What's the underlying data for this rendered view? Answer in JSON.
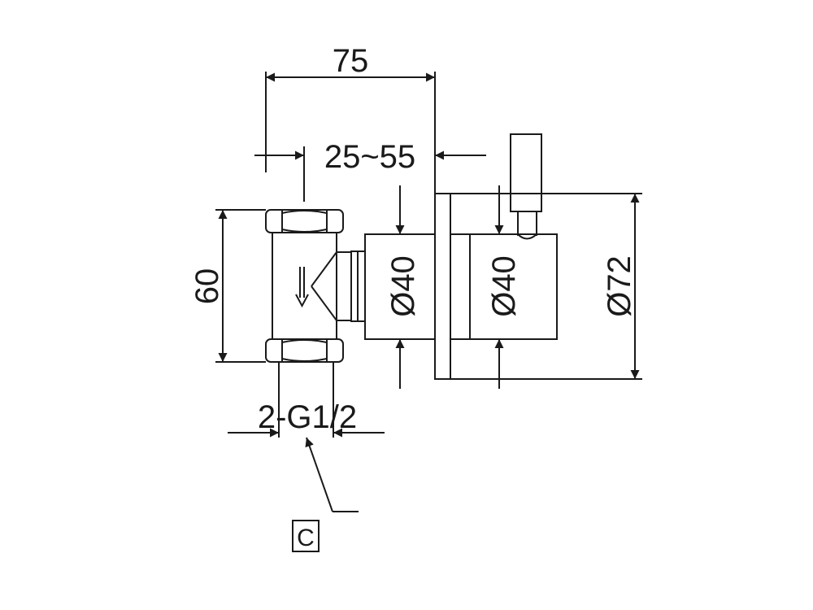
{
  "dimensions": {
    "overall_length": "75",
    "adjust_range": "25~55",
    "height": "60",
    "body_diameter": "Ø40",
    "handle_diameter": "Ø40",
    "flange_diameter": "Ø72",
    "connection": "2-G1/2"
  },
  "callout": {
    "label": "C"
  },
  "colors": {
    "line": "#1a1a1a",
    "background": "#ffffff"
  }
}
